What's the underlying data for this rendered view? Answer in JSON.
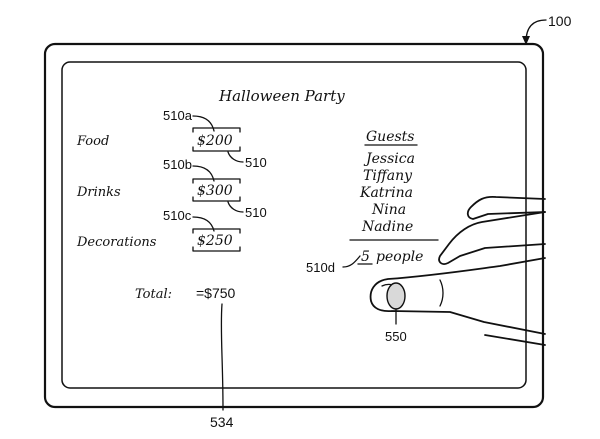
{
  "figure_ref": "100",
  "title": "Halloween Party",
  "items": [
    {
      "label": "Food",
      "amount": "$200",
      "ref_amount": "510a",
      "ref_group": "510"
    },
    {
      "label": "Drinks",
      "amount": "$300",
      "ref_amount": "510b",
      "ref_group": "510"
    },
    {
      "label": "Decorations",
      "amount": "$250",
      "ref_amount": "510c"
    }
  ],
  "total": {
    "label": "Total:",
    "value": "=$750",
    "ref": "534"
  },
  "guests": {
    "heading": "Guests",
    "names": [
      "Jessica",
      "Tiffany",
      "Katrina",
      "Nina",
      "Nadine"
    ],
    "count_number": "5",
    "count_unit": "people",
    "count_ref": "510d"
  },
  "touch_ref": "550",
  "colors": {
    "ink": "#111111",
    "background": "#ffffff"
  }
}
